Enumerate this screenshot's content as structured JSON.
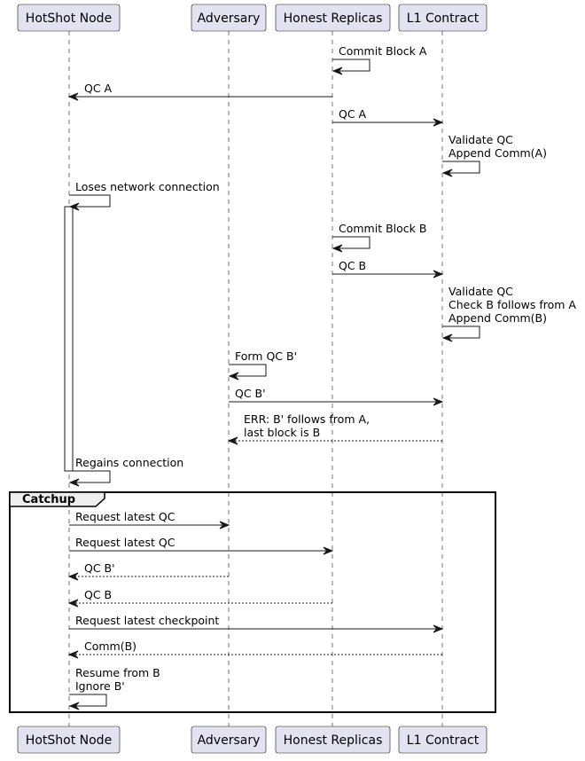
{
  "participants": [
    {
      "id": "node",
      "label": "HotShot Node"
    },
    {
      "id": "adv",
      "label": "Adversary"
    },
    {
      "id": "hr",
      "label": "Honest Replicas"
    },
    {
      "id": "l1",
      "label": "L1 Contract"
    }
  ],
  "messages": [
    {
      "from": "hr",
      "to": "hr",
      "lines": [
        "Commit Block A"
      ],
      "style": "solid"
    },
    {
      "from": "hr",
      "to": "node",
      "lines": [
        "QC A"
      ],
      "style": "solid"
    },
    {
      "from": "hr",
      "to": "l1",
      "lines": [
        "QC A"
      ],
      "style": "solid"
    },
    {
      "from": "l1",
      "to": "l1",
      "lines": [
        "Validate QC",
        "Append Comm(A)"
      ],
      "style": "solid"
    },
    {
      "from": "node",
      "to": "node",
      "lines": [
        "Loses network connection"
      ],
      "style": "solid"
    },
    {
      "from": "hr",
      "to": "hr",
      "lines": [
        "Commit Block B"
      ],
      "style": "solid"
    },
    {
      "from": "hr",
      "to": "l1",
      "lines": [
        "QC B"
      ],
      "style": "solid"
    },
    {
      "from": "l1",
      "to": "l1",
      "lines": [
        "Validate QC",
        "Check B follows from A",
        "Append Comm(B)"
      ],
      "style": "solid"
    },
    {
      "from": "adv",
      "to": "adv",
      "lines": [
        "Form QC B'"
      ],
      "style": "solid"
    },
    {
      "from": "adv",
      "to": "l1",
      "lines": [
        "QC B'"
      ],
      "style": "solid"
    },
    {
      "from": "l1",
      "to": "adv",
      "lines": [
        "ERR: B' follows from A,",
        "last block is B"
      ],
      "style": "dashed"
    },
    {
      "from": "node",
      "to": "node",
      "lines": [
        "Regains connection"
      ],
      "style": "solid"
    },
    {
      "from": "node",
      "to": "adv",
      "lines": [
        "Request latest QC"
      ],
      "style": "solid"
    },
    {
      "from": "node",
      "to": "hr",
      "lines": [
        "Request latest QC"
      ],
      "style": "solid"
    },
    {
      "from": "adv",
      "to": "node",
      "lines": [
        "QC B'"
      ],
      "style": "dashed"
    },
    {
      "from": "hr",
      "to": "node",
      "lines": [
        "QC B"
      ],
      "style": "dashed"
    },
    {
      "from": "node",
      "to": "l1",
      "lines": [
        "Request latest checkpoint"
      ],
      "style": "solid"
    },
    {
      "from": "l1",
      "to": "node",
      "lines": [
        "Comm(B)"
      ],
      "style": "dashed"
    },
    {
      "from": "node",
      "to": "node",
      "lines": [
        "Resume from B",
        "Ignore B'"
      ],
      "style": "solid"
    }
  ],
  "group": {
    "label": "Catchup"
  }
}
